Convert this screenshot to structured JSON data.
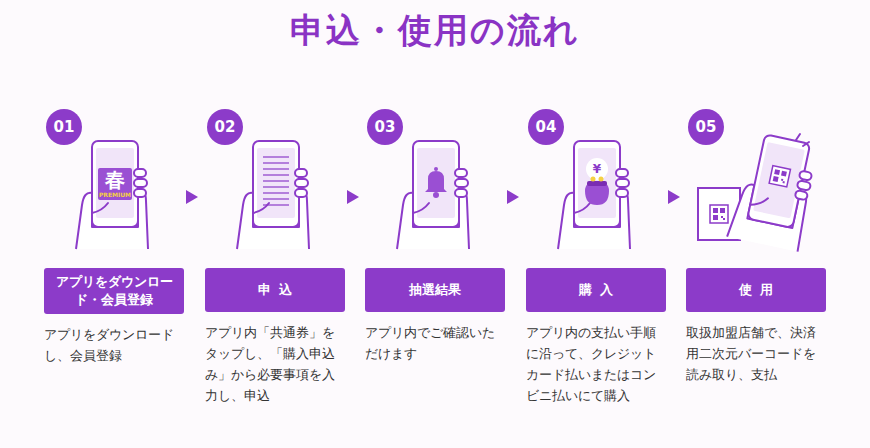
{
  "diagram": {
    "title": "申込・使用の流れ",
    "nodes": [
      {
        "text": [
          "01"
        ]
      },
      {
        "text": [
          "アプリをダウンロード・会員登録",
          "アプリをダウンロードし、会員登録"
        ]
      },
      {
        "text": [
          "02"
        ]
      },
      {
        "text": [
          "申込",
          "アプリ内「共通券」をタップし、「購入申込み」から必要事項を入力し、申込"
        ]
      },
      {
        "text": [
          "03"
        ]
      },
      {
        "text": [
          "抽選結果",
          "アプリ内でご確認いただけます"
        ]
      },
      {
        "text": [
          "04"
        ]
      },
      {
        "text": [
          "購入",
          "アプリ内の支払い手順に沿って、クレジットカード払いまたはコンビニ払いにて購入"
        ]
      },
      {
        "text": [
          "05"
        ]
      },
      {
        "text": [
          "使用",
          "取扱加盟店舗で、決済用二次元バーコードを読み取り、支払"
        ]
      }
    ],
    "labels": [
      "春",
      "PREMIUM",
      "¥"
    ]
  }
}
